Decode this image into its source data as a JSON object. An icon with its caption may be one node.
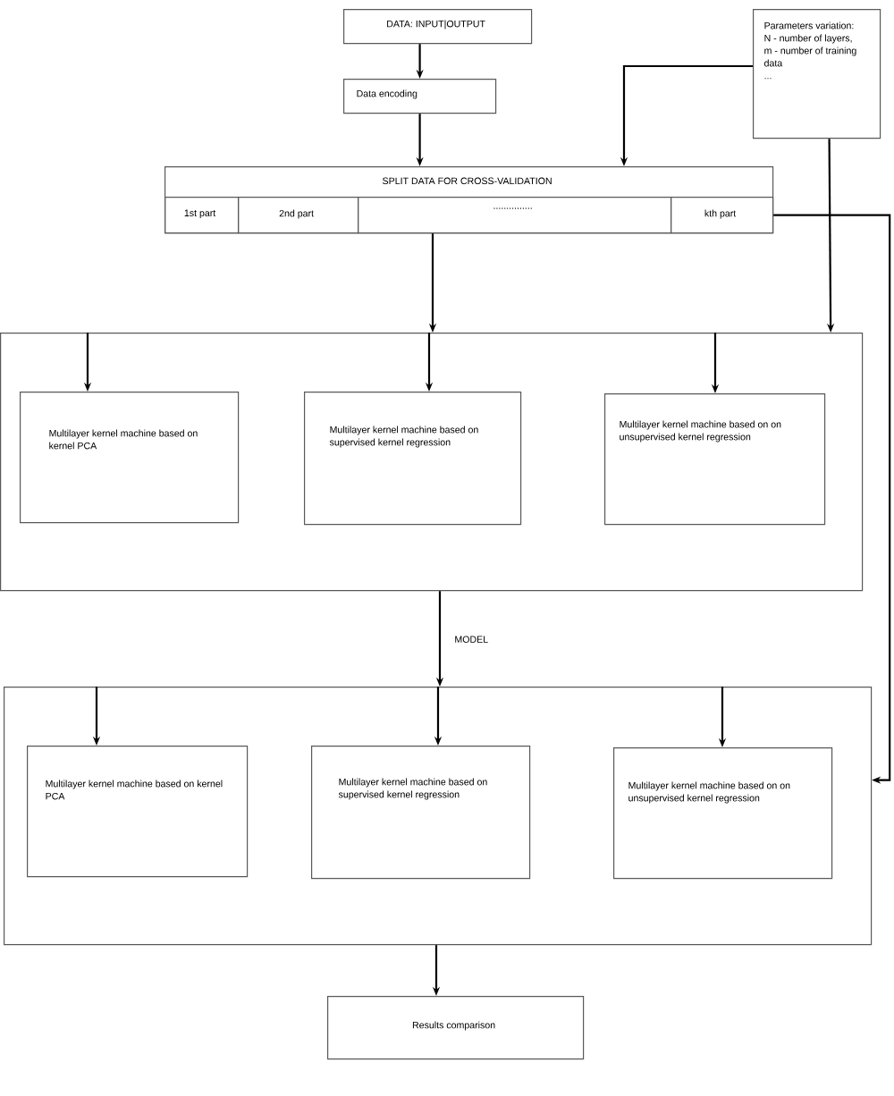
{
  "diagram": {
    "nodes": [
      {
        "text": [
          "DATA: INPUT|OUTPUT"
        ]
      },
      {
        "text": [
          "Data encoding"
        ]
      },
      {
        "text": [
          "Parameters variation:",
          "N - number of layers,",
          "m - number of training data",
          "..."
        ]
      },
      {
        "text": [
          "SPLIT DATA FOR CROSS-VALIDATION"
        ]
      },
      {
        "text": [
          "1st part"
        ],
        "in": 3
      },
      {
        "text": [
          "2nd part"
        ],
        "in": 3
      },
      {
        "text": [
          "..............."
        ],
        "in": 3
      },
      {
        "text": [
          "kth part"
        ],
        "in": 3
      },
      {
        "text": [],
        "shape": "box"
      },
      {
        "text": [
          "Multilayer kernel machine based on kernel PCA"
        ],
        "in": 8
      },
      {
        "text": [
          "Multilayer kernel machine based on supervised kernel regression"
        ],
        "in": 8
      },
      {
        "text": [
          "Multilayer kernel machine based on on unsupervised kernel regression"
        ],
        "in": 8
      },
      {
        "text": [],
        "shape": "box"
      },
      {
        "text": [
          "Multilayer kernel machine based on kernel PCA"
        ],
        "in": 12
      },
      {
        "text": [
          "Multilayer kernel machine based on supervised kernel regression"
        ],
        "in": 12
      },
      {
        "text": [
          "Multilayer kernel machine based on on unsupervised kernel regression"
        ],
        "in": 12
      },
      {
        "text": [
          "Results comparison"
        ]
      }
    ],
    "edges": [
      {
        "from": 0,
        "to": 1,
        "arrow": "to"
      },
      {
        "from": 1,
        "to": 3,
        "arrow": "to"
      },
      {
        "from": 2,
        "to": 3,
        "arrow": "to"
      },
      {
        "from": 2,
        "to": 8,
        "arrow": "to"
      },
      {
        "from": 3,
        "to": 8,
        "arrow": "to"
      },
      {
        "from": 8,
        "to": 9,
        "arrow": "to"
      },
      {
        "from": 8,
        "to": 10,
        "arrow": "to"
      },
      {
        "from": 8,
        "to": 11,
        "arrow": "to"
      },
      {
        "from": 8,
        "to": 12,
        "arrow": "to",
        "label": "MODEL"
      },
      {
        "from": 12,
        "to": 13,
        "arrow": "to"
      },
      {
        "from": 12,
        "to": 14,
        "arrow": "to"
      },
      {
        "from": 12,
        "to": 15,
        "arrow": "to"
      },
      {
        "from": 7,
        "to": 12,
        "arrow": "to"
      },
      {
        "from": 12,
        "to": 16,
        "arrow": "to"
      }
    ]
  }
}
